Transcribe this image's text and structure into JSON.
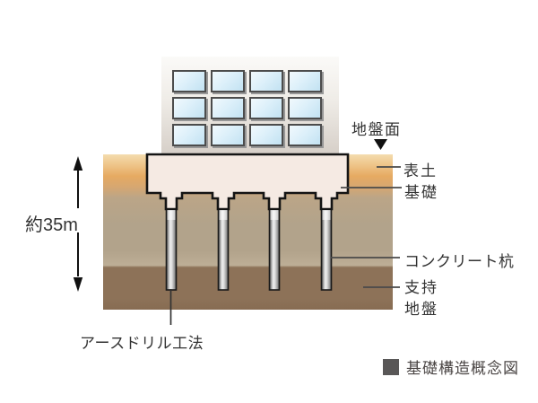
{
  "diagram": {
    "caption": "基礎構造概念図",
    "labels": {
      "ground_surface": "地盤面",
      "topsoil": "表土",
      "foundation": "基礎",
      "concrete_pile": "コンクリート杭",
      "bearing_line1": "支持",
      "bearing_line2": "地盤",
      "depth": "約35m",
      "method": "アースドリル工法"
    },
    "building": {
      "window_rows": 3,
      "window_cols": 4
    },
    "colors": {
      "topsoil_orange": "#e6aa62",
      "subsoil_tan": "#b2a38b",
      "bearing_brown": "#8d7258",
      "foundation_cream": "#f5eae3",
      "window_blue": "#c2e2f2",
      "pile_gray": "#9a9a9a",
      "caption_square": "#595757",
      "line_color": "#4a4a4a"
    }
  }
}
